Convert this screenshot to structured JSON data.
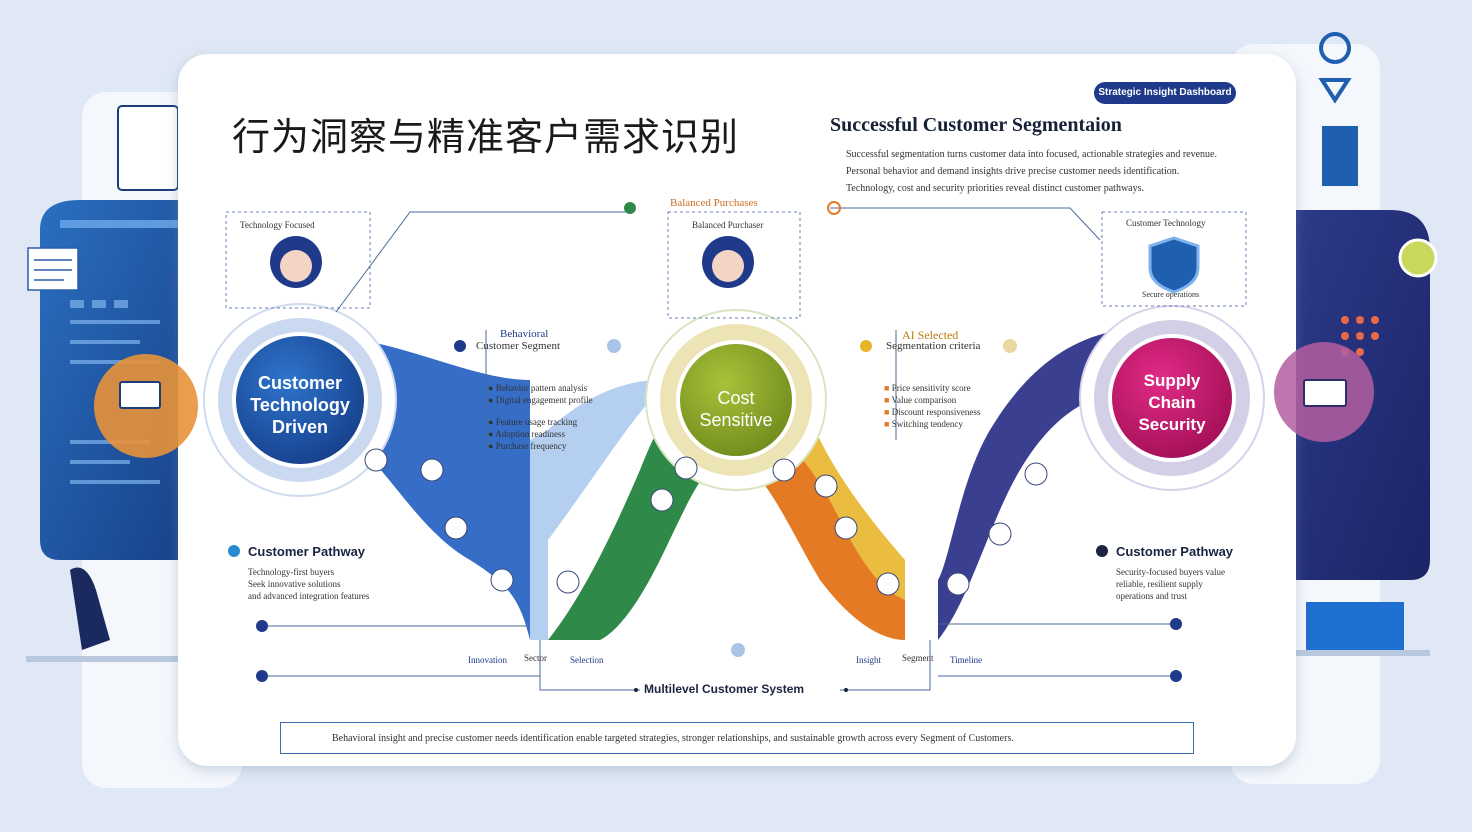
{
  "header": {
    "title_cn": "行为洞察与精准客户需求识别",
    "title_en": "Successful Customer Segmentaion",
    "pill": "Strategic Insight Dashboard",
    "description_lines": [
      "Successful segmentation turns customer data into focused, actionable strategies and revenue.",
      "Personal behavior and demand insights drive precise customer needs identification.",
      "Technology, cost and security priorities reveal distinct customer pathways."
    ]
  },
  "segments": {
    "tech": {
      "title": "Customer Technology Driven",
      "persona_label": "Technology Focused",
      "color": "#1f5fb0"
    },
    "cost": {
      "title": "Cost Sensitive",
      "persona_label": "Balanced Purchaser",
      "top_label": "Balanced Purchases",
      "color": "#8aa628"
    },
    "supply": {
      "title": "Supply Chain Security",
      "persona_label": "Customer Technology",
      "shield_caption": "Secure operations",
      "color": "#c8186a"
    }
  },
  "callouts": {
    "left_heading": "Customer Pathway",
    "left_lines": [
      "Technology-first buyers",
      "Seek innovative solutions",
      "and advanced integration features"
    ],
    "right_heading": "Customer Pathway",
    "right_lines": [
      "Security-focused buyers value",
      "reliable, resilient supply",
      "operations and trust"
    ],
    "mid_left_title": "Behavioral",
    "mid_left_sub": "Customer Segment",
    "mid_left_bullets": [
      "Behavior pattern analysis",
      "Digital engagement profile",
      "Feature usage tracking",
      "Adoption readiness",
      "Purchase frequency"
    ],
    "mid_right_title": "AI Selected",
    "mid_right_sub": "Segmentation criteria",
    "mid_right_bullets": [
      "Price sensitivity score",
      "Value comparison",
      "Discount responsiveness",
      "Switching tendency"
    ]
  },
  "bottom": {
    "labels": [
      "Innovation",
      "Sector",
      "Selection",
      "Insight",
      "Segment",
      "Timeline"
    ],
    "system_label": "Multilevel Customer System",
    "footer": "Behavioral insight and precise customer needs identification enable targeted strategies, stronger relationships, and sustainable growth across every Segment of Customers."
  },
  "colors": {
    "blue": "#1f5fb0",
    "green": "#2f8a4a",
    "orange": "#e57a25",
    "navy": "#3a3f8f",
    "magenta": "#c8186a",
    "olive": "#8aa628"
  },
  "icons": [
    "user-icon",
    "shield-icon",
    "monitor-icon",
    "location-pin-icon",
    "chart-icon"
  ]
}
